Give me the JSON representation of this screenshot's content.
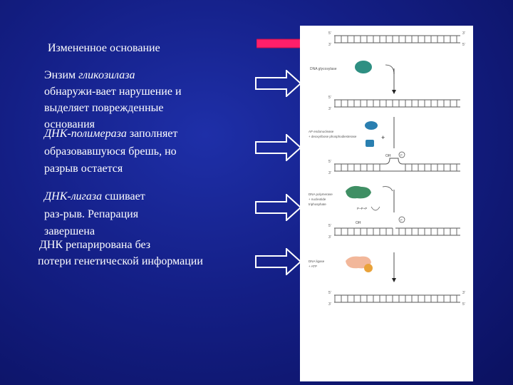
{
  "labels": {
    "modified_base": "Измененное основание",
    "step1_a": "Энзим ",
    "step1_b": "гликозилаза",
    "step1_c": "обнаружи-вает нарушение и",
    "step1_d": "выделяет поврежденные",
    "step1_e": "основания",
    "step2_a": "ДНК-полимераза",
    "step2_b": "  заполняет",
    "step2_c": "образовавшуюся брешь, но",
    "step2_d": "разрыв остается",
    "step3_a": "ДНК-лигаза",
    "step3_b": " сшивает",
    "step3_c": "раз-рыв. Репарация",
    "step3_d": "завершена",
    "step4_a": "ДНК репарирована без",
    "step4_b": "потери генетической информации"
  },
  "figure": {
    "enzyme1": "DNA glycosylase",
    "enzyme2_a": "AP endonuclease",
    "enzyme2_b": "+ deoxyribose phosphodiesterase",
    "enzyme3_a": "DNA polymerase",
    "enzyme3_b": "+ nucleotide",
    "enzyme3_c": "triphosphate",
    "enzyme4_a": "DNA ligase",
    "enzyme4_b": "+ ATP",
    "five_prime": "5'",
    "three_prime": "3'",
    "oh": "OH",
    "p": "P"
  },
  "colors": {
    "pointer_arrow": "#ff1f6a",
    "outline_arrow": "#ffffff",
    "glycosylase": "#2e8f82",
    "endonuclease": "#2a7fb0",
    "polymerase": "#3f8f64",
    "ligase": "#f2b79a",
    "atp": "#e9a23a"
  }
}
